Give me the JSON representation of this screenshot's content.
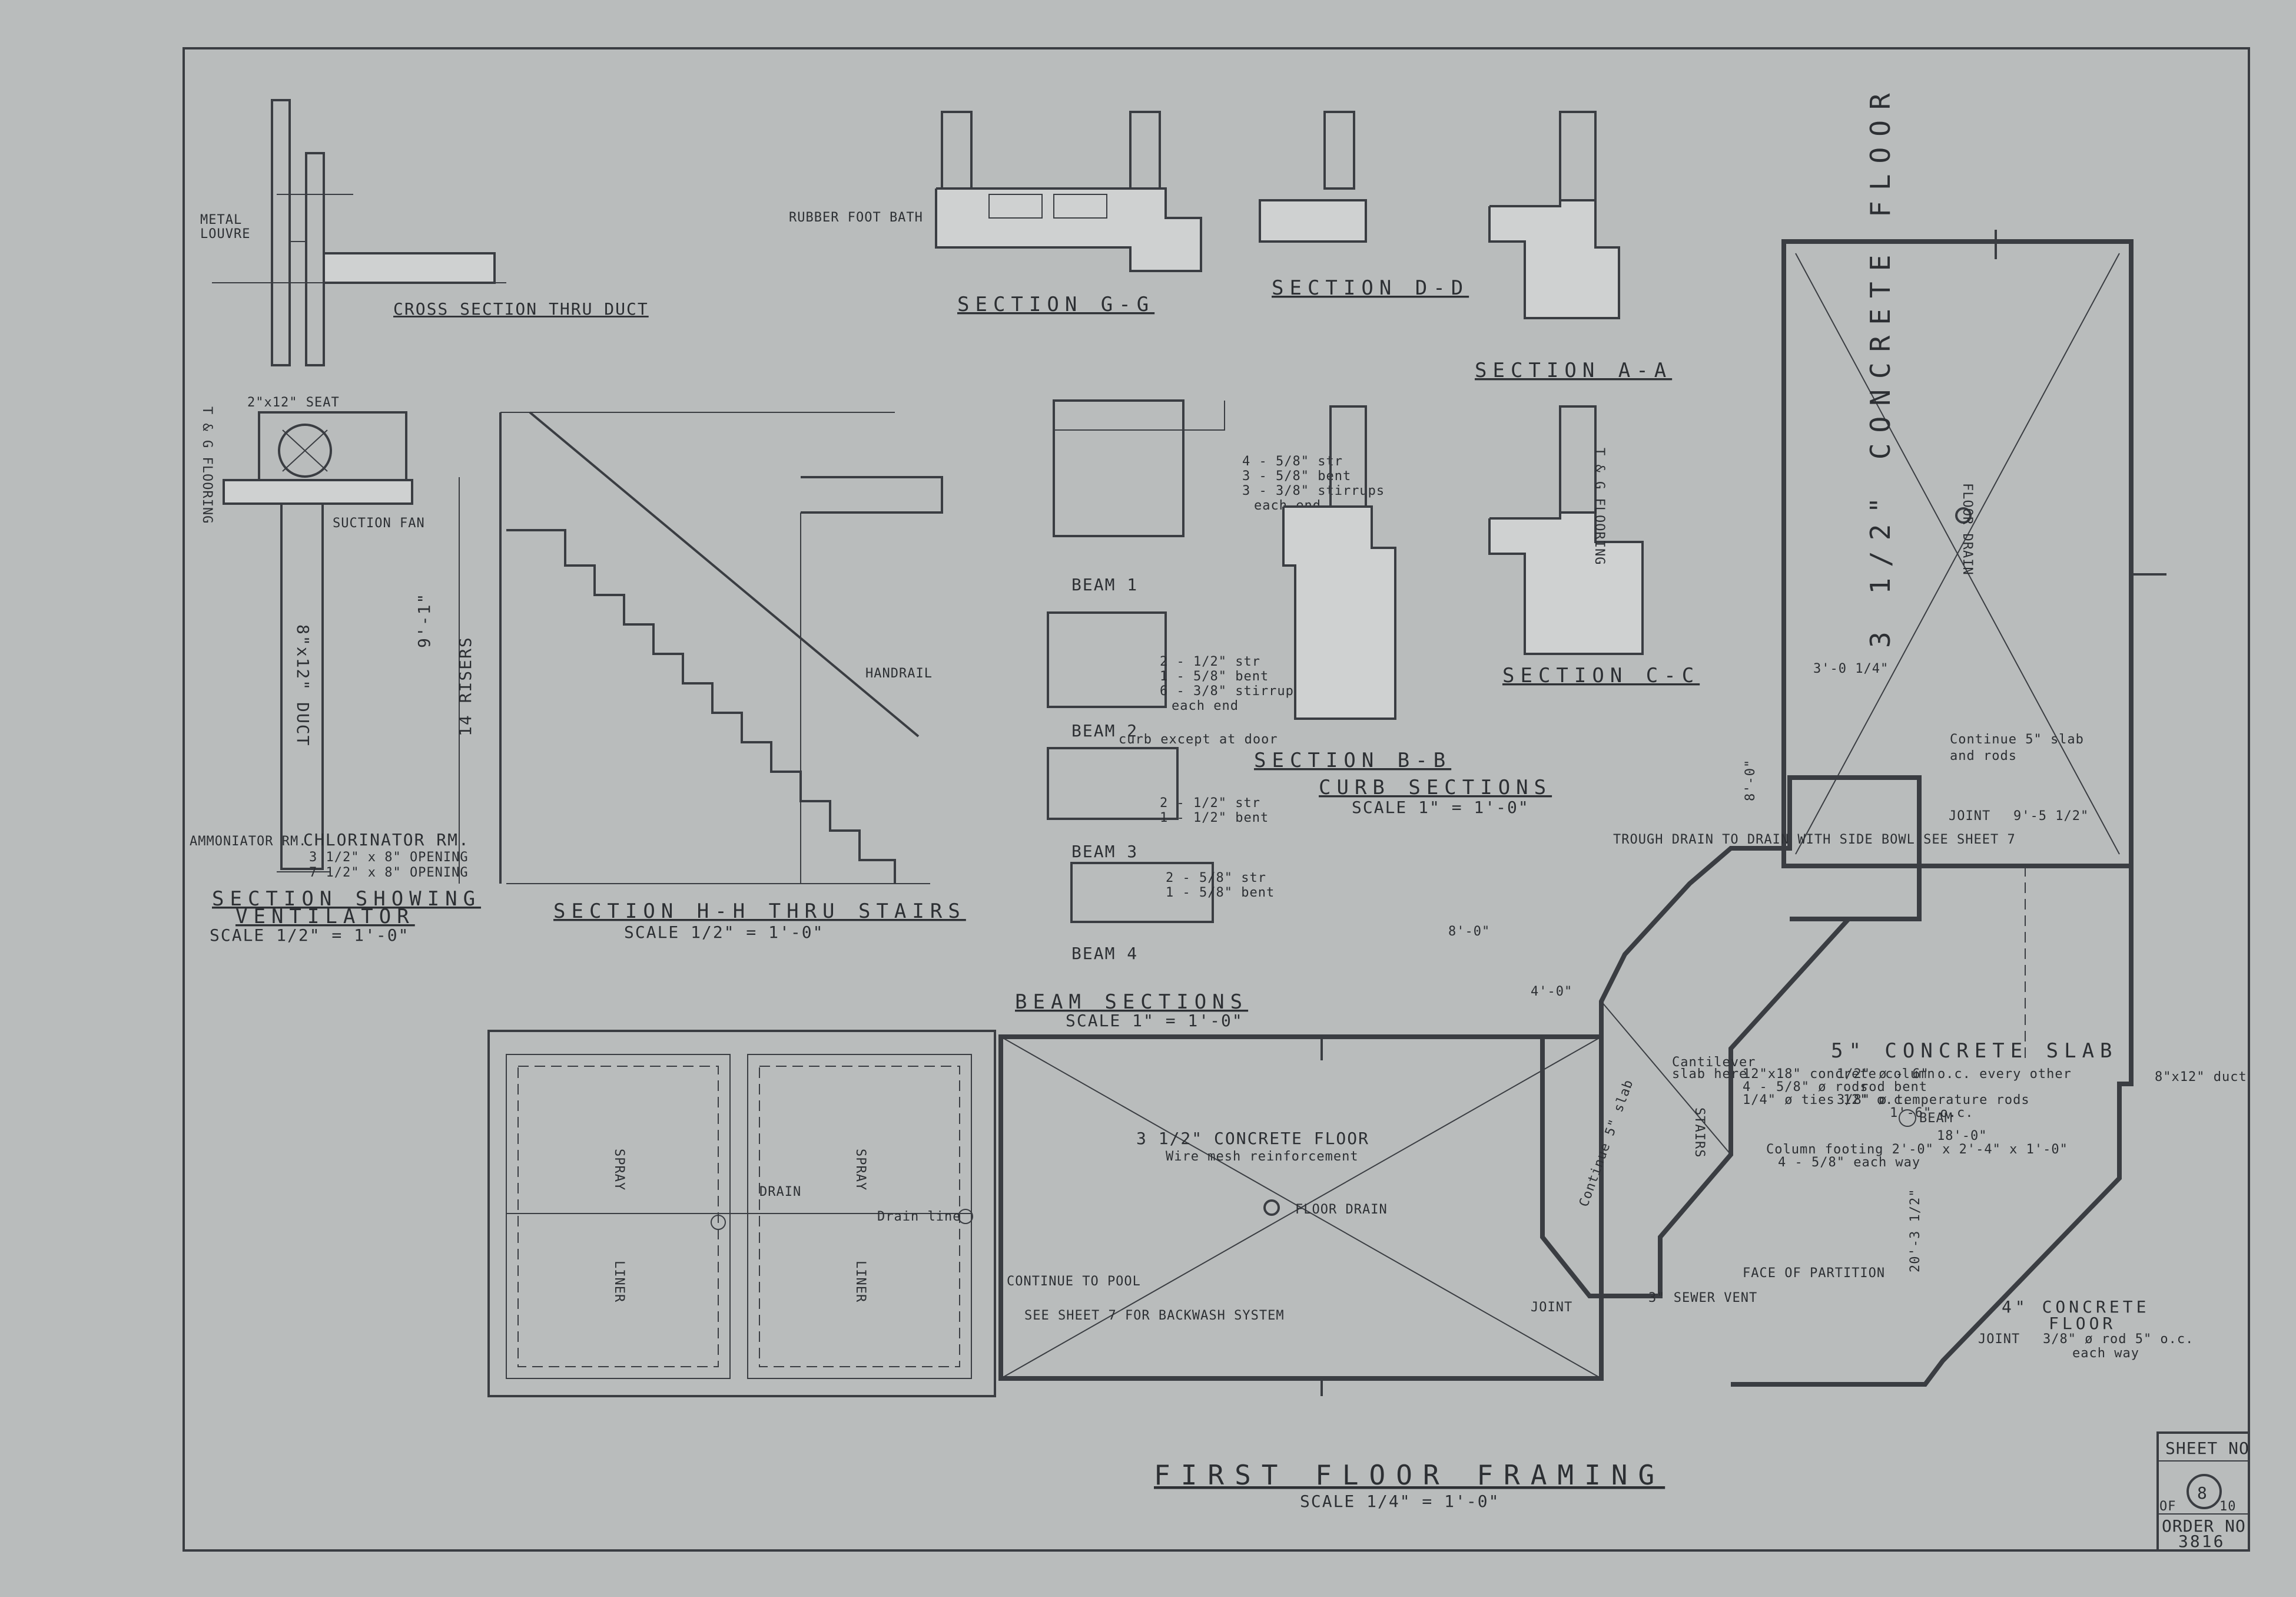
{
  "titles": {
    "cross_section_duct": "CROSS SECTION THRU DUCT",
    "section_gg": "SECTION G-G",
    "section_dd": "SECTION D-D",
    "section_aa": "SECTION A-A",
    "section_cc": "SECTION C-C",
    "section_bb": "SECTION B-B",
    "curb_sections": "CURB SECTIONS",
    "curb_scale": "SCALE 1\" = 1'-0\"",
    "section_ventilator_1": "SECTION SHOWING",
    "section_ventilator_2": "VENTILATOR",
    "ventilator_scale": "SCALE 1/2\" = 1'-0\"",
    "section_hh": "SECTION H-H THRU STAIRS",
    "hh_scale": "SCALE 1/2\" = 1'-0\"",
    "beam_sections": "BEAM SECTIONS",
    "beam_scale": "SCALE 1\" = 1'-0\"",
    "beam1": "BEAM 1",
    "beam2": "BEAM 2",
    "beam3": "BEAM 3",
    "beam4": "BEAM 4",
    "first_floor": "FIRST FLOOR FRAMING",
    "first_floor_scale": "SCALE 1/4\" = 1'-0\""
  },
  "notes": {
    "metal_louvre_1": "METAL",
    "metal_louvre_2": "LOUVRE",
    "rubber_foot_bath": "RUBBER FOOT BATH",
    "seat": "2\"x12\" SEAT",
    "tg_flooring": "T & G FLOORING",
    "suction_fan": "SUCTION FAN",
    "duct": "8\"x12\" DUCT",
    "ammoniator": "AMMONIATOR RM.",
    "chlorinator": "CHLORINATOR RM.",
    "opening1": "3 1/2\" x 8\" OPENING",
    "opening2": "7 1/2\" x 8\" OPENING",
    "risers": "14 RISERS",
    "stair_height": "9'-1\"",
    "handrail": "HANDRAIL",
    "beam1_rods": "4 - 5/8\" str",
    "beam1_bent": "3 - 5/8\" bent",
    "beam1_stirrups": "3 - 3/8\" stirrups",
    "beam1_each": "each end",
    "beam2_str": "2 - 1/2\" str",
    "beam2_bent": "1 - 5/8\" bent",
    "beam2_stirrups": "6 - 3/8\" stirrups",
    "beam2_each": "each end",
    "curb_except": "curb except at door",
    "beam3_str": "2 - 1/2\" str",
    "beam3_bent": "1 - 1/2\" bent",
    "beam4_str": "2 - 5/8\" str",
    "beam4_bent": "1 - 5/8\" bent",
    "slab_35": "3 1/2\" CONCRETE FLOOR",
    "wire_mesh": "Wire mesh reinforcement",
    "floor_drain": "FLOOR DRAIN",
    "continue_slab": "Continue 5\" slab",
    "and_rods": "and rods",
    "joint": "JOINT",
    "slab_5": "5\" CONCRETE SLAB",
    "slab_5_rods1": "1/2\" ø - 6\" o.c. every other",
    "slab_5_rods2": "rod bent",
    "slab_5_rods3": "3/8\" ø temperature rods",
    "slab_5_rods4": "1'-6\" o.c.",
    "duct_8x12": "8\"x12\" duct",
    "cantilever": "Cantilever",
    "slab_here": "slab here",
    "stairs": "STAIRS",
    "column": "12\"x18\" concrete column",
    "column_rods": "4 - 5/8\" ø rods",
    "column_ties": "1/4\" ø ties 12\" o.c.",
    "beam": "BEAM",
    "column_footing": "Column footing 2'-0\" x 2'-4\" x 1'-0\"",
    "footing_rods": "4 - 5/8\" each way",
    "face_partition": "FACE OF PARTITION",
    "sewer_vent": "3\" SEWER VENT",
    "continue_pool": "CONTINUE TO POOL",
    "backwash": "SEE SHEET 7 FOR BACKWASH SYSTEM",
    "drain_line": "Drain line",
    "drain": "DRAIN",
    "spray": "SPRAY",
    "liner": "LINER",
    "slab_4": "4\" CONCRETE",
    "slab_4b": "FLOOR",
    "slab_4_rods": "3/8\" ø rod 5\" o.c.",
    "slab_4_each": "each way",
    "trough_drain": "TROUGH DRAIN TO DRAIN WITH SIDE BOWL SEE SHEET 7",
    "dim_18": "18'-0\"",
    "dim_20": "20'-3 1/2\"",
    "dim_8a": "8'-0\"",
    "dim_3": "3'-0 1/4\"",
    "dim_4": "4'-0\"",
    "dim_9": "9'-5 1/2\""
  },
  "title_block": {
    "sheet_label": "SHEET NO",
    "sheet_number": "8",
    "of": "OF",
    "total": "10",
    "order_label": "ORDER NO",
    "order_number": "3816"
  }
}
